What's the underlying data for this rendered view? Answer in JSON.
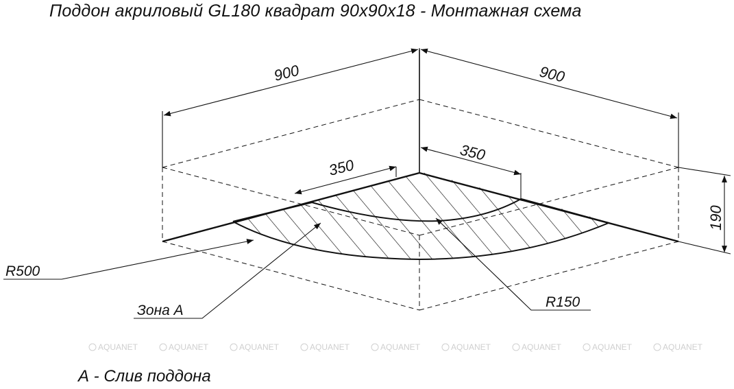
{
  "title": "Поддон акриловый  GL180 квадрат 90х90х18 - Монтажная схема",
  "legend": "А - Слив поддона",
  "dimensions": {
    "left_width": "900",
    "right_width": "900",
    "left_zone": "350",
    "right_zone": "350",
    "height": "190"
  },
  "callouts": {
    "outer_radius": "R500",
    "inner_radius": "R150",
    "zone": "Зона А"
  },
  "watermark": {
    "text": "AQUANET",
    "repeat": 9
  },
  "colors": {
    "line": "#111111",
    "watermark": "#cfcfcf"
  }
}
